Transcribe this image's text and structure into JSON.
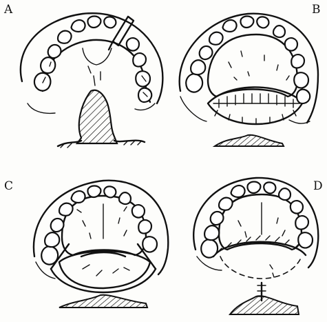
{
  "figure": {
    "panels": [
      {
        "id": "A",
        "label": "A"
      },
      {
        "id": "B",
        "label": "B"
      },
      {
        "id": "C",
        "label": "C"
      },
      {
        "id": "D",
        "label": "D"
      }
    ]
  },
  "colors": {
    "ink": "#111111",
    "paper": "#fdfdfb"
  }
}
